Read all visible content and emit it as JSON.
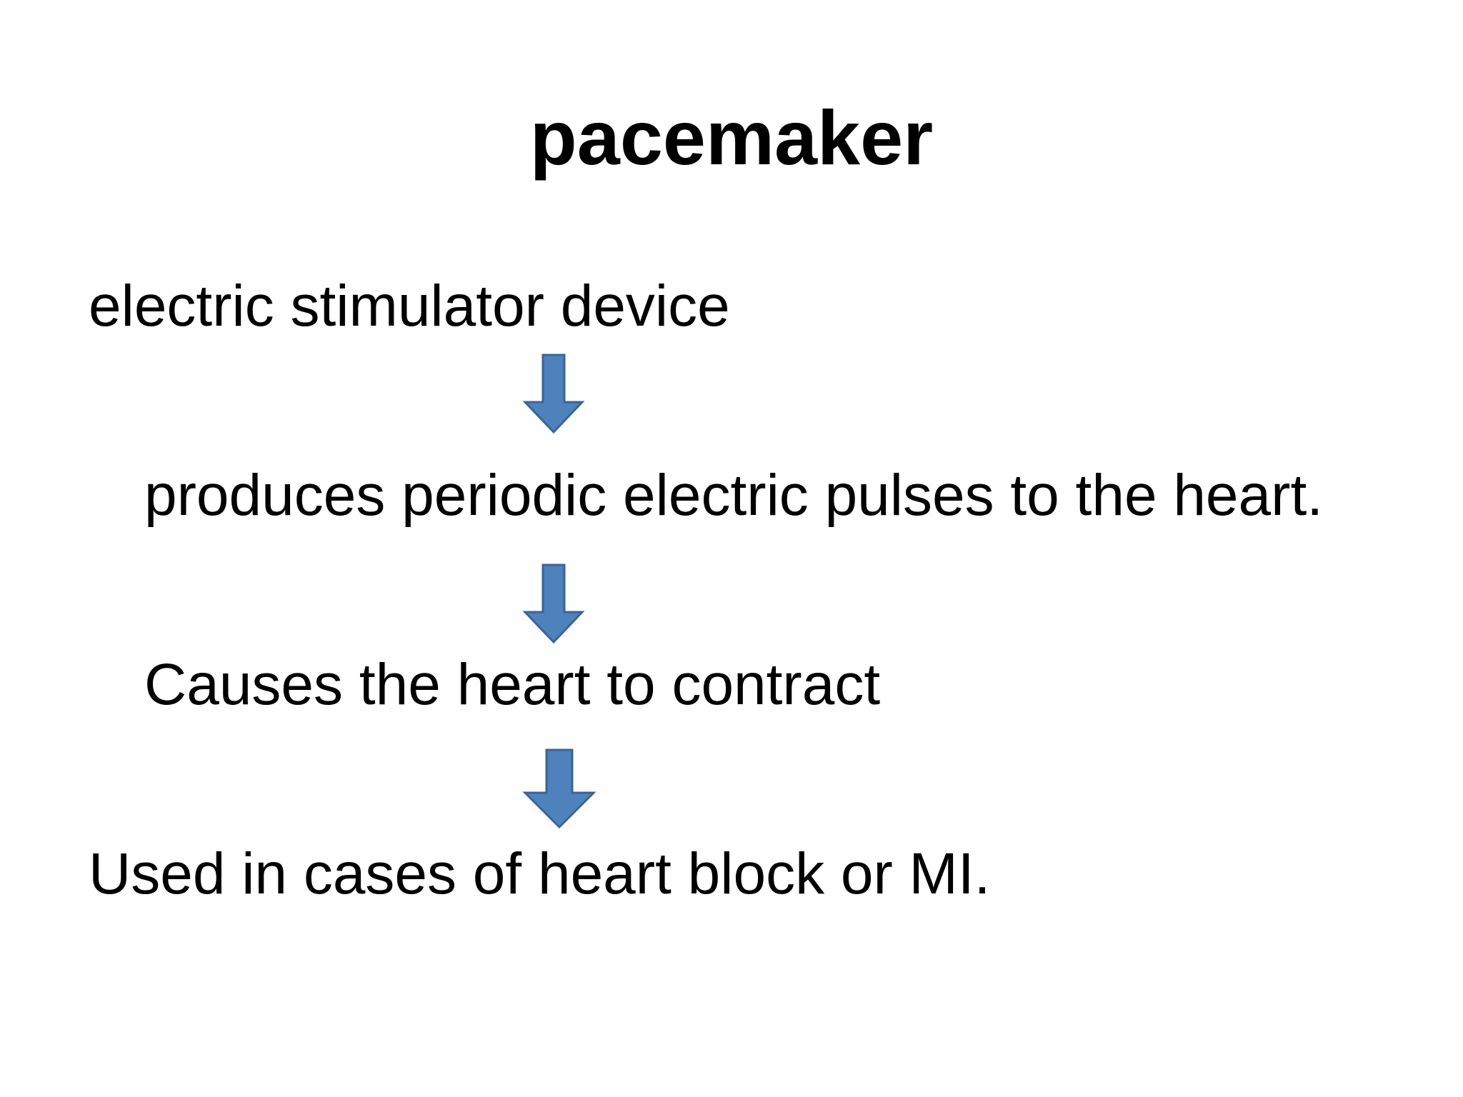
{
  "slide": {
    "title": "pacemaker",
    "steps": [
      "electric stimulator device",
      "produces periodic electric pulses to the heart.",
      "Causes the heart to contract",
      "Used in cases of heart block or MI."
    ]
  },
  "arrow": {
    "fill": "#4f81bd",
    "stroke": "#3a6494",
    "icon": "down-arrow-icon"
  }
}
